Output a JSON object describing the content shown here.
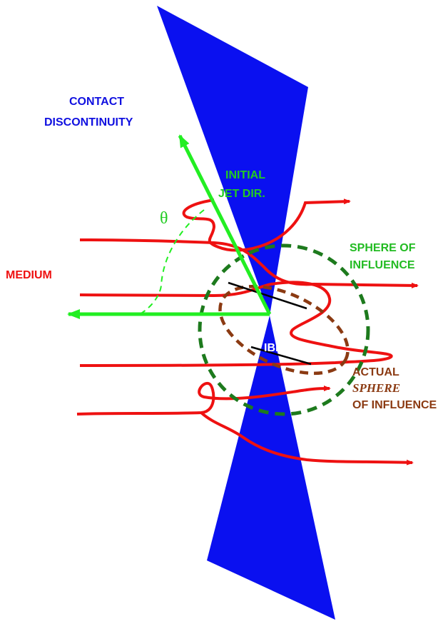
{
  "labels": {
    "contact_line1": "CONTACT",
    "contact_line2": "DISCONTINUITY",
    "initial_line1": "INITIAL",
    "initial_line2": "JET DIR.",
    "theta": "θ",
    "sphere_line1": "SPHERE OF",
    "sphere_line2": "INFLUENCE",
    "medium": "MEDIUM",
    "ibh": "IBH",
    "actual_line1": "ACTUAL",
    "actual_line2": "SPHERE",
    "actual_line3": "OF INFLUENCE"
  },
  "colors": {
    "cone": "#0a10f0",
    "medium": "#ee1111",
    "jet": "#22ee22",
    "sphere": "#1d7a1d",
    "actual_sphere": "#8b3a12",
    "contact_text": "#1010e0",
    "medium_text": "#ee1111",
    "jet_text": "#22cc22",
    "sphere_text": "#22bb22",
    "actual_text": "#8b3a12"
  }
}
